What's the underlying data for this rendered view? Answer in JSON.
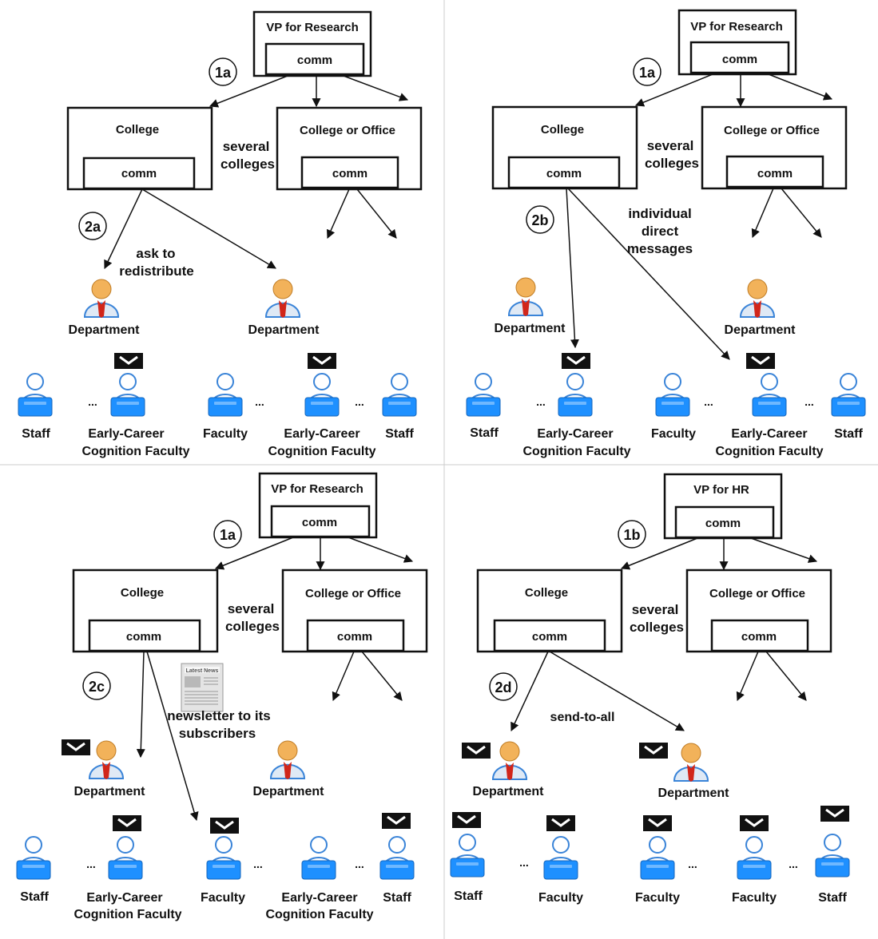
{
  "common": {
    "college": "College",
    "college_or_office": "College or Office",
    "comm": "comm",
    "several_line1": "several",
    "several_line2": "colleges",
    "department": "Department",
    "staff": "Staff",
    "faculty": "Faculty",
    "ecc_line1": "Early-Career",
    "ecc_line2": "Cognition Faculty",
    "ellipsis": "..."
  },
  "panels": {
    "p1": {
      "vp": "VP for Research",
      "step1": "1a",
      "step2": "2a",
      "note_line1": "ask to",
      "note_line2": "redistribute"
    },
    "p2": {
      "vp": "VP for Research",
      "step1": "1a",
      "step2": "2b",
      "note_line1": "individual",
      "note_line2": "direct",
      "note_line3": "messages"
    },
    "p3": {
      "vp": "VP for Research",
      "step1": "1a",
      "step2": "2c",
      "note_line1": "newsletter to its",
      "note_line2": "subscribers",
      "newspaper_text": "Latest News"
    },
    "p4": {
      "vp": "VP for HR",
      "step1": "1b",
      "step2": "2d",
      "note_line1": "send-to-all"
    }
  },
  "colors": {
    "line": "#111111",
    "divider": "#cccccc",
    "laptop": "#1e90ff",
    "person_body": "#dfe9f5",
    "head": "#f2b25a",
    "tie": "#d1261a"
  },
  "icons": [
    "person-laptop-icon",
    "manager-icon",
    "envelope-icon",
    "newspaper-icon"
  ]
}
